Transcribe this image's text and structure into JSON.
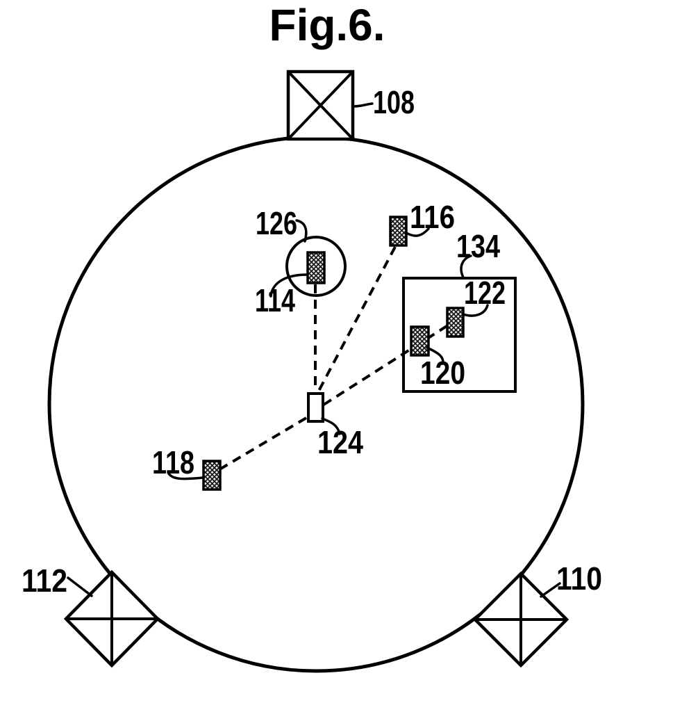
{
  "figure": {
    "title": "Fig.6."
  },
  "labels": {
    "l108": "108",
    "l110": "110",
    "l112": "112",
    "l114": "114",
    "l116": "116",
    "l118": "118",
    "l120": "120",
    "l122": "122",
    "l124": "124",
    "l126": "126",
    "l134": "134"
  },
  "colors": {
    "ink": "#000000",
    "paper": "#ffffff",
    "hatch_fill": "#ececec"
  }
}
